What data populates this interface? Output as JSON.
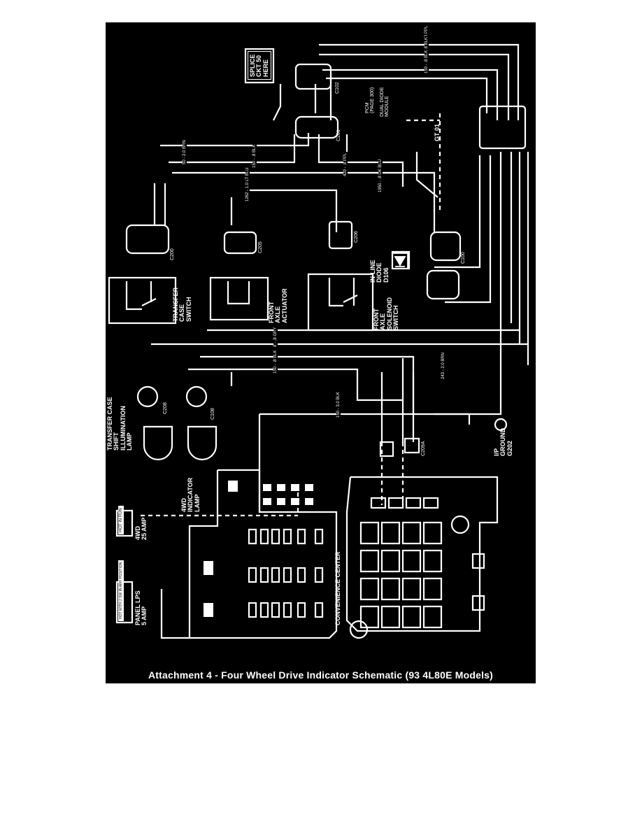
{
  "figure": {
    "caption": "Attachment 4 - Four Wheel Drive Indicator Schematic (93 4L80E Models)"
  },
  "components": {
    "splice": {
      "lines": [
        "SPLICE",
        "CKT 50",
        "HERE"
      ]
    },
    "transfer_case_switch": {
      "lines": [
        "TRANSFER",
        "CASE",
        "SWITCH"
      ]
    },
    "front_axle_actuator": {
      "lines": [
        "FRONT",
        "AXLE",
        "ACTUATOR"
      ]
    },
    "front_axle_solenoid_switch": {
      "lines": [
        "FRONT",
        "AXLE",
        "SOLENOID",
        "SWITCH"
      ]
    },
    "inline_diode": {
      "lines": [
        "IN-LINE",
        "DIODE",
        "D106"
      ]
    },
    "transfer_case_lamp": {
      "lines": [
        "TRANSFER CASE",
        "SHIFT",
        "ILLUMINATION",
        "LAMP"
      ]
    },
    "indicator_lamp": {
      "lines": [
        "4WD",
        "INDICATOR",
        "LAMP"
      ]
    },
    "ground": {
      "lines": [
        "I/P",
        "GROUND",
        "G202"
      ]
    },
    "convenience_center": {
      "label": "CONVENIENCE CENTER"
    },
    "fuse_4wd": {
      "lines": [
        "4WD",
        "25 AMP"
      ],
      "note": "HOT IN RUN"
    },
    "fuse_panel_lps": {
      "lines": [
        "PANEL LPS",
        "5 AMP"
      ],
      "note": "HOT WITH 2 SW IN ANY POSITION"
    },
    "pcm_ref": {
      "lines": [
        "PCM",
        "(PAGE 300)"
      ]
    },
    "diode_module_ref": {
      "lines": [
        "DUAL DIODE",
        "MODULE"
      ]
    },
    "gt01": {
      "label": "GT 01"
    }
  },
  "connectors": [
    "C102",
    "C201",
    "C200",
    "C205",
    "C206",
    "C100",
    "C108",
    "C209A",
    "C208"
  ],
  "wires": {
    "w1": "420 - .8 PPL",
    "w2": "50 - .8 BLK",
    "w3": "150 - .8 BLK",
    "w4": "50 - 2.0 BRN",
    "w5": "150 - .8 BLK",
    "w6": "420 - .8 PPL",
    "w7": "1950 - .8 DK BLU",
    "w8": "1262 - 1.0 LT BLU",
    "w9": "8 - .8 GRY",
    "w10": "150 - .8 BLK",
    "w11": "150 - 3.0 BLK",
    "w12": "243 - 2.0 BRN"
  },
  "colors": {
    "background": "#000000",
    "line": "#ffffff",
    "page": "#ffffff"
  }
}
